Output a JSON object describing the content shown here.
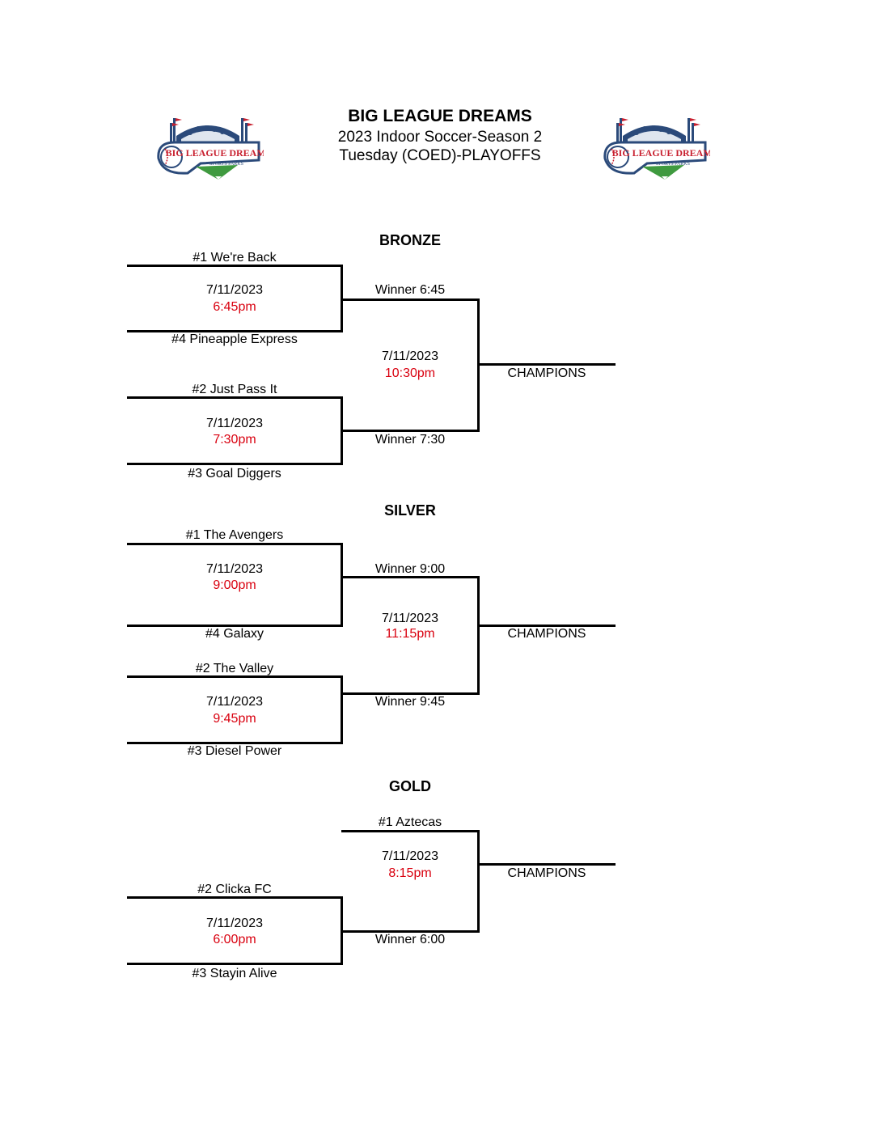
{
  "header": {
    "title": "BIG LEAGUE DREAMS",
    "subtitle_1": "2023 Indoor Soccer-Season 2",
    "subtitle_2": "Tuesday (COED)-PLAYOFFS",
    "logo": {
      "icon": "big-league-dreams-logo",
      "text": "BIG LEAGUE DREAMS",
      "tagline": "SPORTS PARKS"
    }
  },
  "colors": {
    "time_red": "#d9000f",
    "logo_blue": "#2b4a7a",
    "logo_red": "#c8202f",
    "logo_green": "#3f9a3f"
  },
  "brackets": {
    "bronze": {
      "title": "BRONZE",
      "semi_1": {
        "team_top": "#1 We're Back",
        "date": "7/11/2023",
        "time": "6:45pm",
        "team_bottom": "#4 Pineapple Express"
      },
      "semi_2": {
        "team_top": "#2 Just Pass It",
        "date": "7/11/2023",
        "time": "7:30pm",
        "team_bottom": "#3 Goal Diggers"
      },
      "final": {
        "top": "Winner 6:45",
        "date": "7/11/2023",
        "time": "10:30pm",
        "bottom": "Winner 7:30"
      },
      "champion": "CHAMPIONS"
    },
    "silver": {
      "title": "SILVER",
      "semi_1": {
        "team_top": "#1 The Avengers",
        "date": "7/11/2023",
        "time": "9:00pm",
        "team_bottom": "#4 Galaxy"
      },
      "semi_2": {
        "team_top": "#2 The Valley",
        "date": "7/11/2023",
        "time": "9:45pm",
        "team_bottom": "#3 Diesel Power"
      },
      "final": {
        "top": "Winner 9:00",
        "date": "7/11/2023",
        "time": "11:15pm",
        "bottom": "Winner 9:45"
      },
      "champion": "CHAMPIONS"
    },
    "gold": {
      "title": "GOLD",
      "semi": {
        "team_top": "#2 Clicka FC",
        "date": "7/11/2023",
        "time": "6:00pm",
        "team_bottom": "#3 Stayin Alive"
      },
      "final": {
        "top": "#1 Aztecas",
        "date": "7/11/2023",
        "time": "8:15pm",
        "bottom": "Winner 6:00"
      },
      "champion": "CHAMPIONS"
    }
  }
}
